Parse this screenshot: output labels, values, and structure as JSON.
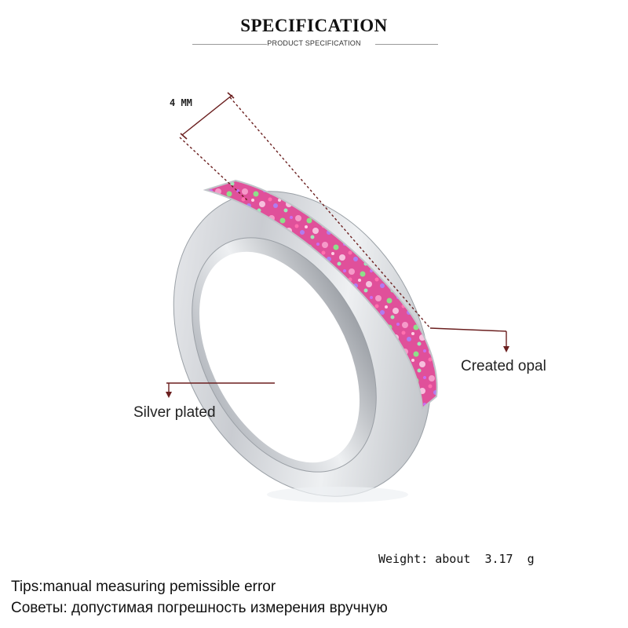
{
  "header": {
    "title": "SPECIFICATION",
    "subtitle": "PRODUCT SPECIFICATION"
  },
  "dimension": {
    "width_label": "4 MM"
  },
  "callouts": {
    "opal": "Created opal",
    "plating": "Silver plated"
  },
  "weight": {
    "label": "Weight: about  3.17  g"
  },
  "tips": {
    "english": "Tips:manual measuring pemissible error",
    "russian": "Советы: допустимая погрешность измерения вручную"
  },
  "colors": {
    "dimension_line": "#6b1f1f",
    "opal_pink": "#e0509a",
    "opal_green": "#8ee08a",
    "silver": "#d9dce0"
  }
}
